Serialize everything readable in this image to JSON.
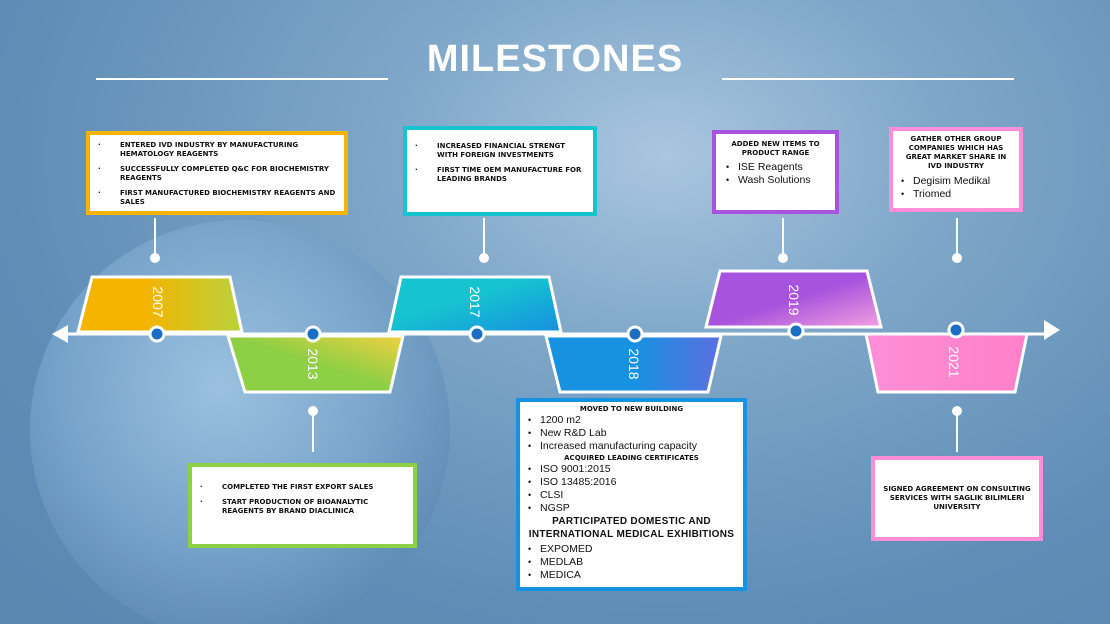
{
  "title": "MILESTONES",
  "milestones": [
    {
      "year": "2007",
      "color": "#f5b400",
      "items": [
        "Entered IVD industry by manufacturing hematology reagents",
        "Successfully completed Q&C for biochemistry reagents",
        "First manufactured biochemistry reagents and sales"
      ]
    },
    {
      "year": "2013",
      "color": "#8dcf45",
      "items": [
        "Completed the first export sales",
        "Start production of bioanalytic reagents by brand Diaclinica"
      ]
    },
    {
      "year": "2017",
      "color": "#16c4cf",
      "items": [
        "Increased financial strengt with foreign investments",
        "First time OEM manufacture for leading brands"
      ]
    },
    {
      "year": "2018",
      "color": "#1792e0",
      "sections": [
        {
          "heading": "MOVED TO NEW BUILDING",
          "items": [
            "1200 m2",
            "New R&D Lab",
            "Increased manufacturing capacity"
          ]
        },
        {
          "heading": "ACQUIRED LEADING CERTIFICATES",
          "items": [
            "ISO 9001:2015",
            "ISO 13485:2016",
            "CLSI",
            "NGSP"
          ]
        },
        {
          "heading": "PARTICIPATED DOMESTIC AND INTERNATIONAL MEDICAL EXHIBITIONS",
          "items": [
            "EXPOMED",
            "MEDLAB",
            "MEDICA"
          ]
        }
      ]
    },
    {
      "year": "2019",
      "color": "#a753dd",
      "heading": "ADDED NEW ITEMS TO PRODUCT RANGE",
      "items": [
        "ISE Reagents",
        "Wash Solutions"
      ]
    },
    {
      "year": "2021",
      "color": "#ff8ed8",
      "heading": "GATHER OTHER GROUP COMPANIES WHICH HAS GREAT MARKET SHARE IN IVD INDUSTRY",
      "items": [
        "Degisim Medikal",
        "Triomed"
      ],
      "note": "SIGNED AGREEMENT ON CONSULTING SERVICES WITH SAGLIK BILIMLERI UNIVERSITY"
    }
  ]
}
